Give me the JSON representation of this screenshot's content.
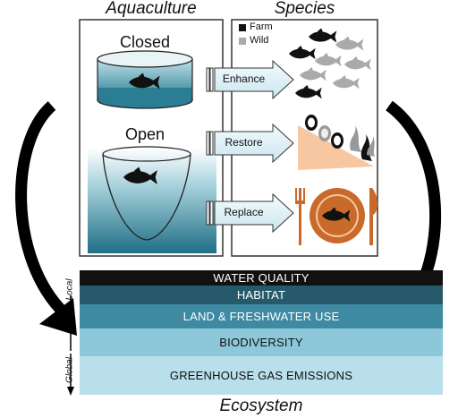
{
  "headers": {
    "aquaculture": "Aquaculture",
    "species": "Species",
    "ecosystem": "Ecosystem"
  },
  "aquaculture": {
    "closed_label": "Closed",
    "open_label": "Open"
  },
  "legend": {
    "farm_label": "Farm",
    "wild_label": "Wild",
    "farm_color": "#111111",
    "wild_color": "#aaaaaa"
  },
  "actions": [
    {
      "label": "Enhance"
    },
    {
      "label": "Restore"
    },
    {
      "label": "Replace"
    }
  ],
  "ecosystem_scale": {
    "top": "Local",
    "bottom": "Global"
  },
  "ecosystem_layers": [
    {
      "label": "WATER QUALITY",
      "bg": "#111111",
      "fg": "#ffffff"
    },
    {
      "label": "HABITAT",
      "bg": "#265a6a",
      "fg": "#ffffff"
    },
    {
      "label": "LAND & FRESHWATER USE",
      "bg": "#3d8aa2",
      "fg": "#ffffff"
    },
    {
      "label": "BIODIVERSITY",
      "bg": "#8cc8da",
      "fg": "#111111"
    },
    {
      "label": "GREENHOUSE GAS EMISSIONS",
      "bg": "#b8dfea",
      "fg": "#111111"
    }
  ]
}
